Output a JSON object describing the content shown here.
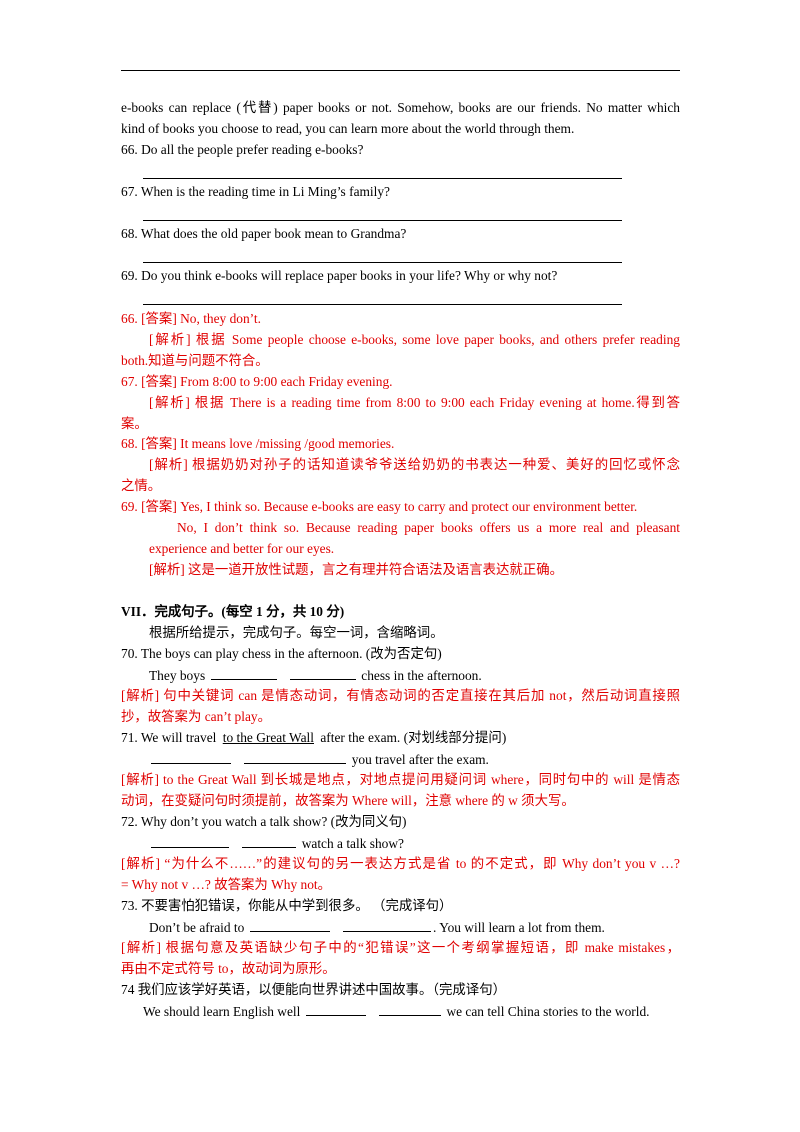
{
  "passage": {
    "line1": "e-books can replace (代替) paper books or not. Somehow, books are our friends. No matter which",
    "line2": "kind of books you choose to read, you can learn more about the world through them."
  },
  "questions": [
    {
      "text": "66. Do all the people prefer reading e-books?"
    },
    {
      "text": "67. When is the reading time in Li Ming’s family?"
    },
    {
      "text": "68. What does the old paper book mean to Grandma?"
    },
    {
      "text": "69. Do you think e-books will replace paper books in your life? Why or why not?"
    }
  ],
  "answers": {
    "a66": "66.  [答案] No, they don’t.",
    "e66_1": "[解析]  根据 Some people choose e-books, some love paper books, and others prefer reading",
    "e66_2": "both.知道与问题不符合。",
    "a67": "67.  [答案] From 8:00 to 9:00 each Friday evening.",
    "e67_1": "[解析]  根据 There is a reading time from 8:00 to 9:00 each Friday evening at home.得到答",
    "e67_2": "案。",
    "a68": "68.  [答案] It means love /missing /good memories.",
    "e68_1": "[解析]  根据奶奶对孙子的话知道读爷爷送给奶奶的书表达一种爱、美好的回忆或怀念",
    "e68_2": "之情。",
    "a69": "69.  [答案] Yes, I think so. Because e-books are easy to carry and protect our environment better.",
    "a69_2": "No, I don’t think so. Because reading paper books offers us a more real and pleasant",
    "a69_3": "experience and better for our eyes.",
    "e69": "[解析]  这是一道开放性试题，言之有理并符合语法及语言表达就正确。"
  },
  "section7": {
    "heading": "VII．完成句子。(每空 1 分，共 10 分)",
    "instruction": "根据所给提示，完成句子。每空一词，含缩略词。"
  },
  "q70": {
    "text": "70. The boys can play chess in the afternoon. (改为否定句)",
    "fill_pre": "They boys",
    "fill_post": "chess in the afternoon.",
    "expl_1": "[解析]  句中关键词 can 是情态动词，有情态动词的否定直接在其后加 not，然后动词直接照",
    "expl_2": "抄，故答案为 can’t play。"
  },
  "q71": {
    "pre": "71. We will travel",
    "underlined": "to the Great Wall",
    "post": "after the exam. (对划线部分提问)",
    "fill_post": "you travel after the exam.",
    "expl_1": "[解析] to the Great Wall 到长城是地点，对地点提问用疑问词 where，同时句中的 will 是情态",
    "expl_2": "动词，在变疑问句时须提前，故答案为 Where will，注意 where 的 w 须大写。"
  },
  "q72": {
    "text": "72. Why don’t you watch a talk show?    (改为同义句)",
    "fill_post": "watch a talk show?",
    "expl_1": "[解析] “为什么不……”的建议句的另一表达方式是省 to 的不定式，即 Why don’t you v …?",
    "expl_2": "= Why not v …?  故答案为 Why not。"
  },
  "q73": {
    "text": "73.  不要害怕犯错误，你能从中学到很多。  （完成译句）",
    "fill_pre": "Don’t be afraid to",
    "fill_post": ". You will learn a lot from them.",
    "expl_1": "[解析]  根据句意及英语缺少句子中的“犯错误”这一个考纲掌握短语，即 make mistakes，",
    "expl_2": "再由不定式符号 to，故动词为原形。"
  },
  "q74": {
    "text": "74  我们应该学好英语，以便能向世界讲述中国故事。（完成译句）",
    "fill_pre": "We should learn English well",
    "fill_post": "we can tell China stories to the world."
  }
}
